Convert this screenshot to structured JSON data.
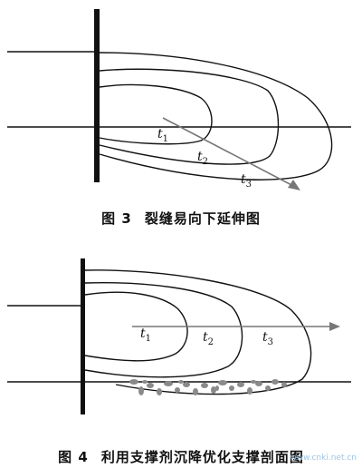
{
  "figure3": {
    "caption_number": "图 3",
    "caption_text": "裂缝易向下延伸图",
    "contour_labels": [
      {
        "base": "t",
        "sub": "1"
      },
      {
        "base": "t",
        "sub": "2"
      },
      {
        "base": "t",
        "sub": "3"
      }
    ]
  },
  "figure4": {
    "caption_number": "图 4",
    "caption_text": "利用支撑剂沉降优化支撑剖面图",
    "contour_labels": [
      {
        "base": "t",
        "sub": "1"
      },
      {
        "base": "t",
        "sub": "2"
      },
      {
        "base": "t",
        "sub": "3"
      }
    ]
  },
  "watermark": "www.cnki.net.cn",
  "colors": {
    "line": "#111111",
    "arrow": "#777777",
    "proppant": "#8a8a8a"
  }
}
